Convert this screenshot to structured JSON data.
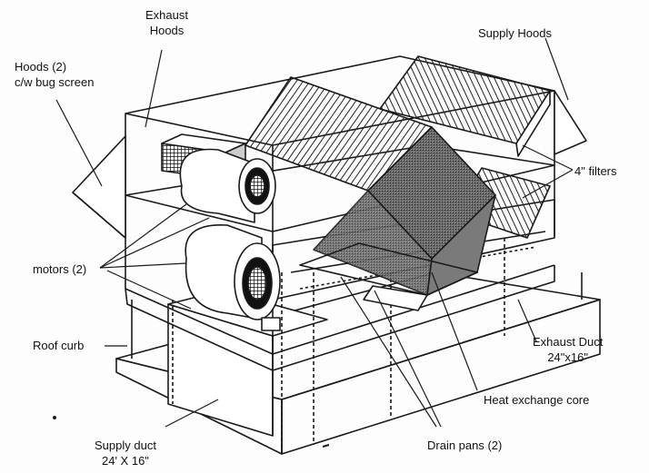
{
  "labels": {
    "exhaust_hoods": [
      "Exhaust",
      "Hoods"
    ],
    "supply_hoods": "Supply Hoods",
    "bug_screen_hoods": [
      "Hoods (2)",
      "c/w bug screen"
    ],
    "filters": "4\" filters",
    "motors": "motors (2)",
    "roof_curb": "Roof curb",
    "exhaust_duct": [
      "Exhaust Duct",
      "24\"x16\""
    ],
    "heat_exchange_core": "Heat exchange core",
    "supply_duct": [
      "Supply duct",
      "24' X 16\""
    ],
    "drain_pans": "Drain pans (2)"
  }
}
